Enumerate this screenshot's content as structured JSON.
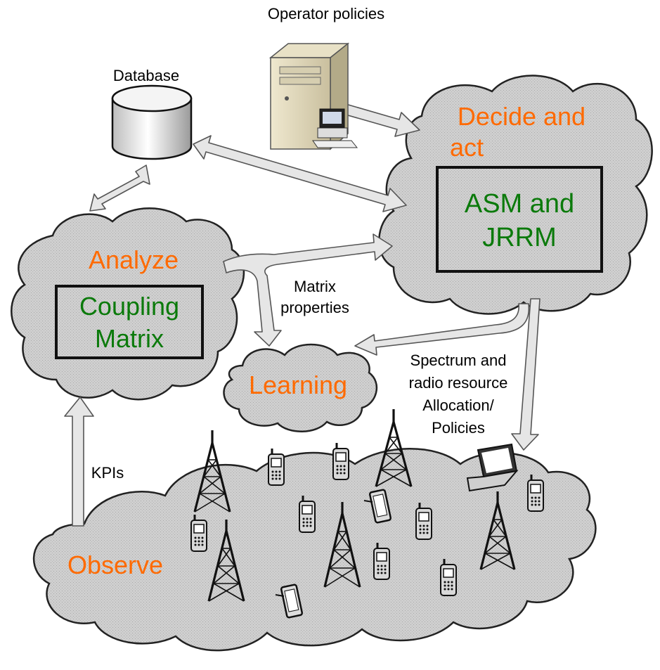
{
  "labels": {
    "operator_policies": "Operator policies",
    "database": "Database",
    "decide_title_line1": "Decide and",
    "decide_title_line2": "act",
    "asm_line1": "ASM and",
    "asm_line2": "JRRM",
    "analyze_title": "Analyze",
    "coupling_line1": "Coupling",
    "coupling_line2": "Matrix",
    "matrix_props_line1": "Matrix",
    "matrix_props_line2": "properties",
    "learning": "Learning",
    "spectrum_line1": "Spectrum and",
    "spectrum_line2": "radio resource",
    "spectrum_line3": "Allocation/",
    "spectrum_line4": "Policies",
    "kpis": "KPIs",
    "observe": "Observe"
  },
  "colors": {
    "stage_title": "#ff6a00",
    "inner_label": "#0b7a0b",
    "text": "#000000",
    "cloud_fill": "#cfcfcf",
    "arrow_fill": "#e6e6e6"
  },
  "icons": {
    "server": "server-computer-icon",
    "database": "database-cylinder-icon",
    "tower": "cell-tower-icon",
    "phone": "mobile-phone-icon",
    "tablet": "tablet-icon",
    "laptop": "laptop-icon"
  }
}
